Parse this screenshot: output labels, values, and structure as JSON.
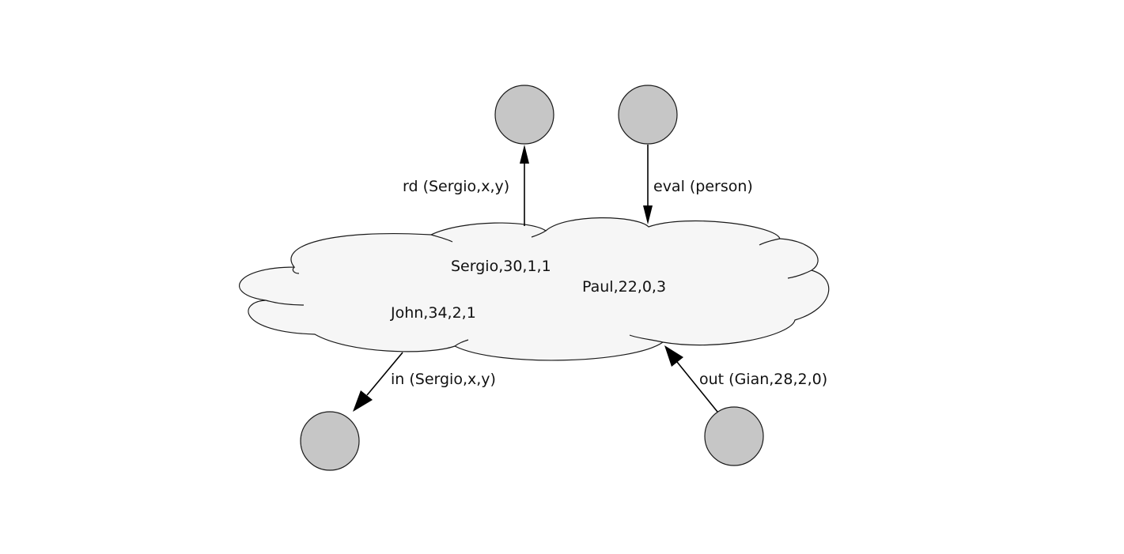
{
  "tuple_space": {
    "tuples": [
      "Sergio,30,1,1",
      "Paul,22,0,3",
      "John,34,2,1"
    ]
  },
  "operations": {
    "rd": "rd (Sergio,x,y)",
    "eval": "eval (person)",
    "in": "in (Sergio,x,y)",
    "out": "out (Gian,28,2,0)"
  },
  "colors": {
    "cloud_fill": "#f6f6f6",
    "process_fill": "#c6c6c6",
    "stroke": "#1a1a1a"
  }
}
